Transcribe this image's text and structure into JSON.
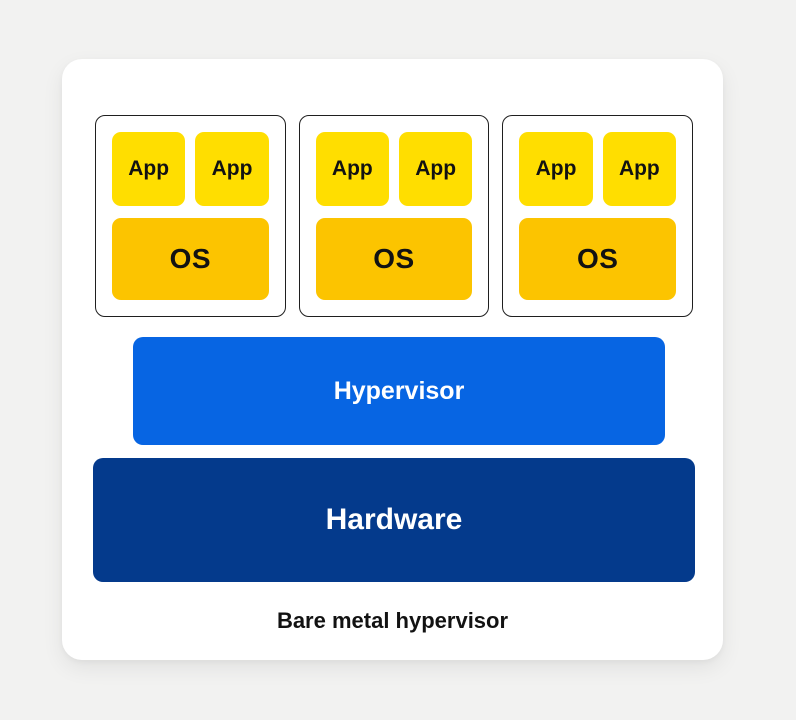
{
  "diagram": {
    "caption": "Bare metal hypervisor",
    "vms": [
      {
        "apps": [
          "App",
          "App"
        ],
        "os": "OS"
      },
      {
        "apps": [
          "App",
          "App"
        ],
        "os": "OS"
      },
      {
        "apps": [
          "App",
          "App"
        ],
        "os": "OS"
      }
    ],
    "layers": {
      "hypervisor": {
        "label": "Hypervisor"
      },
      "hardware": {
        "label": "Hardware"
      }
    },
    "colors": {
      "background": "#F2F2F1",
      "card": "#FFFFFF",
      "app": "#FFDE00",
      "os": "#FCC400",
      "hypervisor": "#0765E3",
      "hardware": "#043A8C",
      "vm_border": "#1F1F1F",
      "text_dark": "#121212",
      "text_light": "#FFFFFF"
    }
  }
}
